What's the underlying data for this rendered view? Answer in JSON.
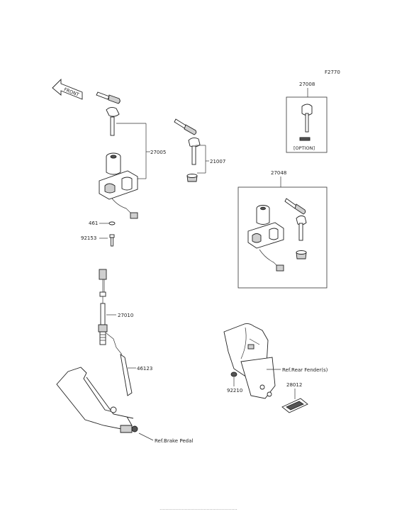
{
  "figure_code": "F2770",
  "front_label": "FRONT",
  "option_label": "[OPTION]",
  "footer_text": "•••••••••••••••••••••••••••••••••••••••••••••••••••••",
  "parts": {
    "p27008": "27008",
    "p27005": "27005",
    "p21007": "21007",
    "p27048": "27048",
    "p461": "461",
    "p92153": "92153",
    "p27010": "27010",
    "p46123": "46123",
    "p92210": "92210",
    "p28012": "28012"
  },
  "refs": {
    "rear_fender": "Ref.Rear Fender(s)",
    "brake_pedal": "Ref.Brake Pedal"
  }
}
